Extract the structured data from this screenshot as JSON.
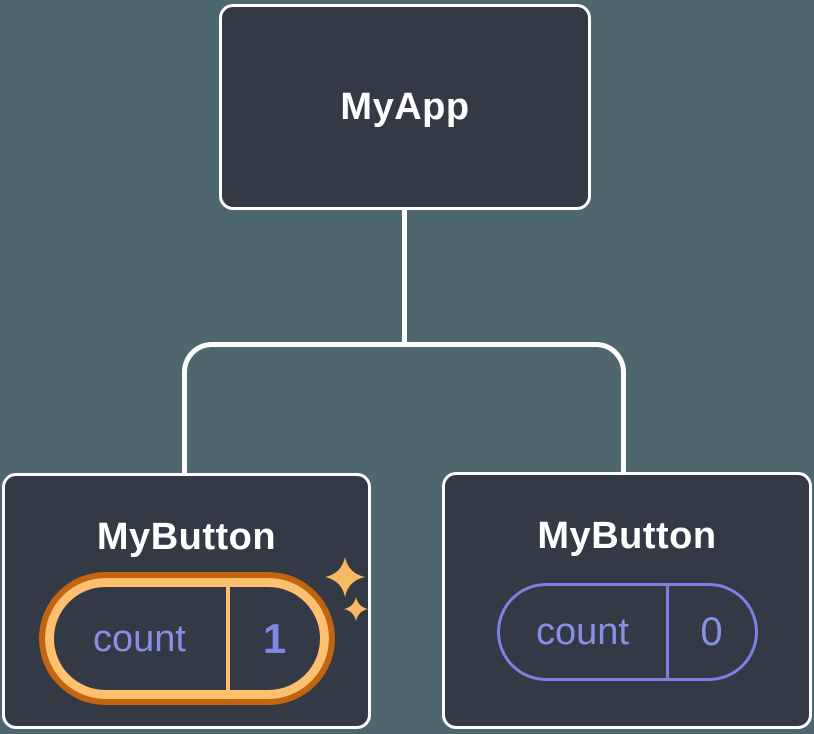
{
  "colors": {
    "background": "#4e676e",
    "card_fill": "#333a46",
    "card_border": "#ffffff",
    "connector": "#ffffff",
    "label_text": "#ffffff",
    "state_text": "#8790e4",
    "state_pill_border": "#7b82e0",
    "highlight_ring_outer": "#c2650e",
    "highlight_ring_inner": "#fcc06f",
    "sparkle": "#f7ba62"
  },
  "tree": {
    "root": {
      "label": "MyApp"
    },
    "children": [
      {
        "label": "MyButton",
        "state": {
          "key": "count",
          "value": "1"
        },
        "highlighted": true,
        "icon": "sparkles-icon"
      },
      {
        "label": "MyButton",
        "state": {
          "key": "count",
          "value": "0"
        },
        "highlighted": false
      }
    ]
  }
}
